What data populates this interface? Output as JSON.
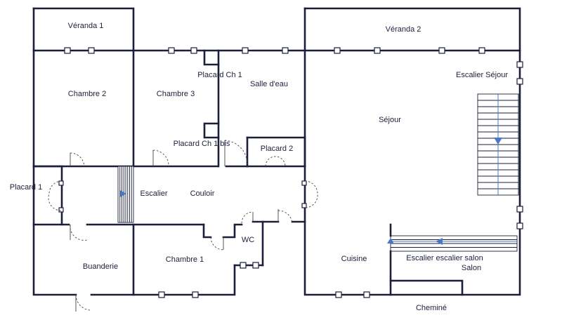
{
  "rooms": {
    "veranda1": "Véranda 1",
    "veranda2": "Véranda 2",
    "chambre2": "Chambre 2",
    "chambre3": "Chambre 3",
    "placard_ch1": "Placard Ch 1",
    "salle_deau": "Salle d'eau",
    "escalier_sejour": "Escalier Séjour",
    "sejour": "Séjour",
    "placard_ch1_bis": "Placard Ch 1 bis",
    "placard2": "Placard 2",
    "placard1": "Placard 1",
    "escalier": "Escalier",
    "couloir": "Couloir",
    "wc": "WC",
    "buanderie": "Buanderie",
    "chambre1": "Chambre 1",
    "cuisine": "Cuisine",
    "escalier_salon_line1": "Escalier escalier salon",
    "escalier_salon_line2": "Salon",
    "cheminee": "Cheminé"
  },
  "colors": {
    "walls": "#1b1f3a",
    "stair_arrows": "#4a78c8"
  }
}
